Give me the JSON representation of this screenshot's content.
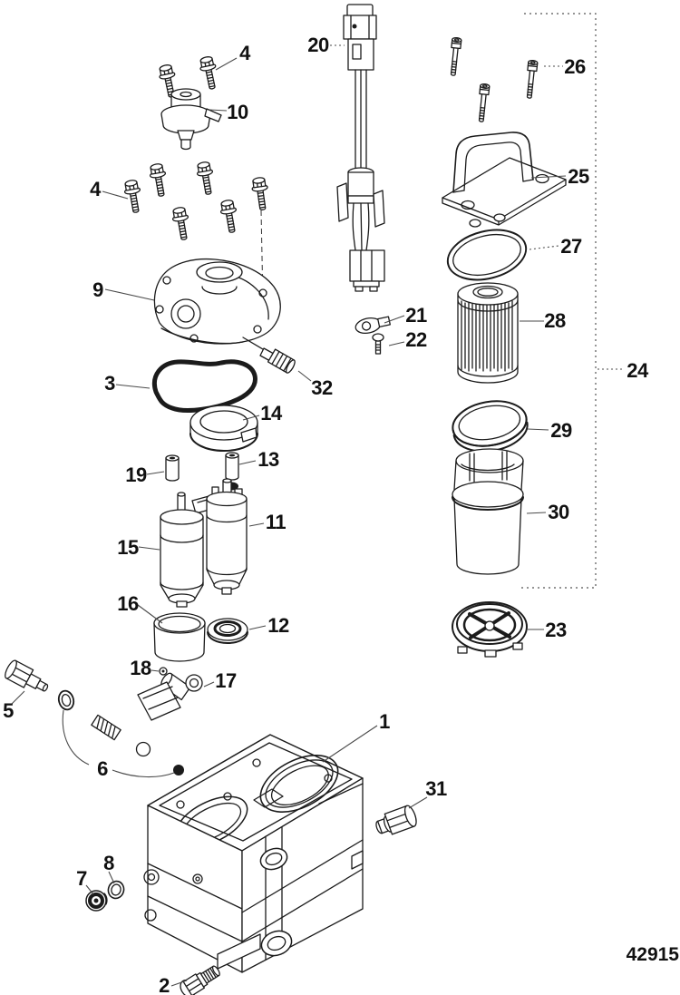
{
  "diagram": {
    "drawing_number": "42915",
    "callouts": [
      {
        "label": "4"
      },
      {
        "label": "10"
      },
      {
        "label": "20"
      },
      {
        "label": "26"
      },
      {
        "label": "4"
      },
      {
        "label": "25"
      },
      {
        "label": "9"
      },
      {
        "label": "27"
      },
      {
        "label": "21"
      },
      {
        "label": "22"
      },
      {
        "label": "28"
      },
      {
        "label": "3"
      },
      {
        "label": "32"
      },
      {
        "label": "24"
      },
      {
        "label": "14"
      },
      {
        "label": "29"
      },
      {
        "label": "13"
      },
      {
        "label": "19"
      },
      {
        "label": "30"
      },
      {
        "label": "11"
      },
      {
        "label": "15"
      },
      {
        "label": "16"
      },
      {
        "label": "12"
      },
      {
        "label": "23"
      },
      {
        "label": "18"
      },
      {
        "label": "17"
      },
      {
        "label": "5"
      },
      {
        "label": "1"
      },
      {
        "label": "6"
      },
      {
        "label": "31"
      },
      {
        "label": "7"
      },
      {
        "label": "8"
      },
      {
        "label": "2"
      }
    ]
  },
  "colors": {
    "ink": "#1b1b1b",
    "leader": "#4a4a4a",
    "background": "#ffffff"
  }
}
